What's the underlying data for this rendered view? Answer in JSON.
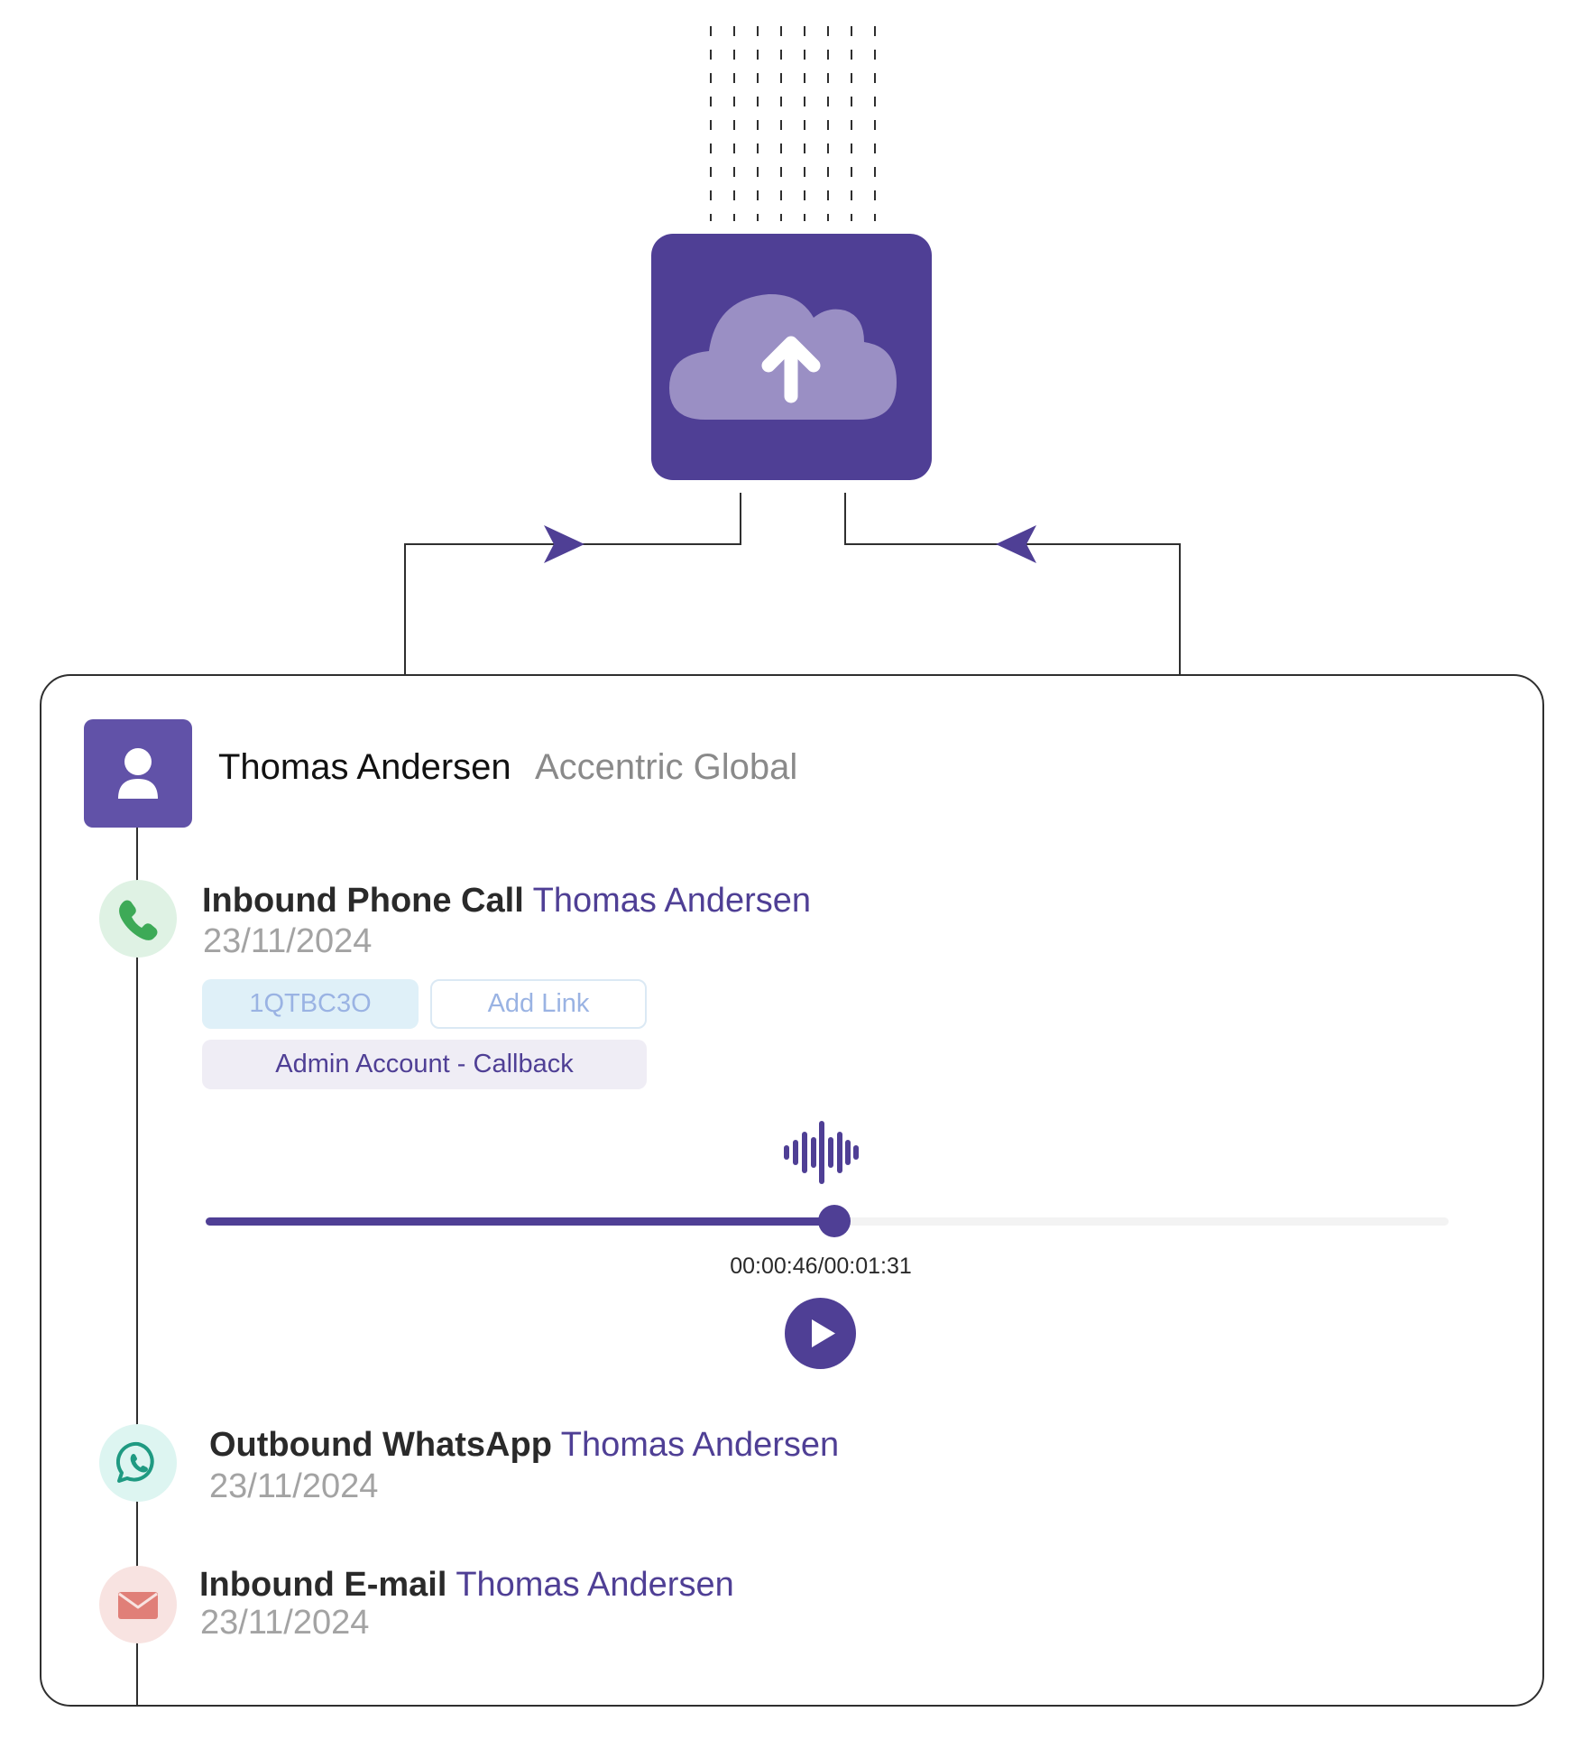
{
  "contact": {
    "name": "Thomas Andersen",
    "company": "Accentric Global"
  },
  "events": [
    {
      "type": "Inbound Phone Call",
      "person": "Thomas Andersen",
      "date": "23/11/2024",
      "icon": "phone-icon",
      "icon_color": "#3daa57",
      "icon_bg": "#dff2e4"
    },
    {
      "type": "Outbound WhatsApp",
      "person": "Thomas Andersen",
      "date": "23/11/2024",
      "icon": "whatsapp-icon",
      "icon_color": "#1f9a82",
      "icon_bg": "#ddf5f1"
    },
    {
      "type": "Inbound E-mail",
      "person": "Thomas Andersen",
      "date": "23/11/2024",
      "icon": "email-icon",
      "icon_color": "#e07f78",
      "icon_bg": "#f8e3e1"
    }
  ],
  "call": {
    "reference": "1QTBC3O",
    "add_link_label": "Add Link",
    "tag": "Admin Account - Callback",
    "time_display": "00:00:46/00:01:31",
    "progress_fraction": 0.5055
  },
  "icons": {
    "upload": "cloud-upload-icon",
    "avatar": "user-icon",
    "waveform": "audio-waveform-icon",
    "play": "play-icon"
  },
  "colors": {
    "brand": "#4f3f95",
    "avatar": "#6152a8",
    "cloud": "#9a8fc4"
  }
}
